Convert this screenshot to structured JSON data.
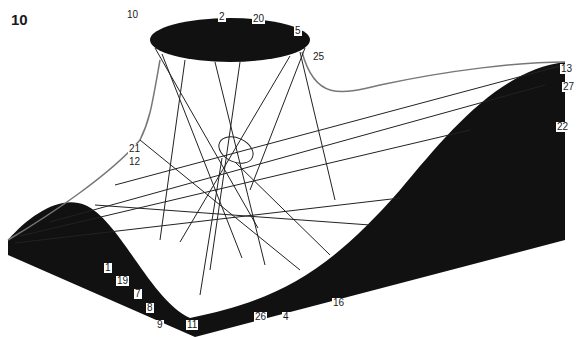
{
  "diagram": {
    "labels": [
      "10",
      "10",
      "2",
      "20",
      "5",
      "25",
      "13",
      "27",
      "22",
      "21",
      "12",
      "1",
      "19",
      "7",
      "8",
      "9",
      "11",
      "26",
      "4",
      "16"
    ]
  }
}
